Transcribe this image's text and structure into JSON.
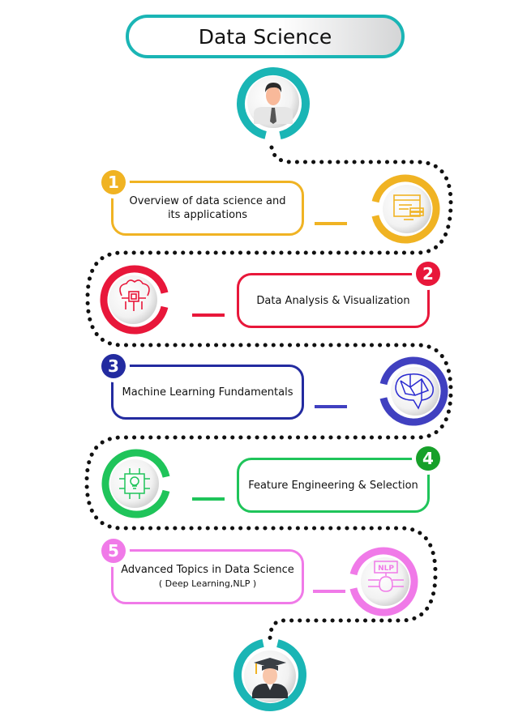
{
  "title": "Data Science",
  "colors": {
    "teal": "#1ab5b5",
    "step1": "#f0b323",
    "step2": "#e8173a",
    "step3": "#232ba0",
    "step3_ring": "#4040c0",
    "step4": "#1fc45a",
    "step4_badge": "#17a02a",
    "step5": "#f07ae8"
  },
  "start_icon": "professional-person-icon",
  "end_icon": "graduate-icon",
  "steps": [
    {
      "number": "1",
      "line1": "Overview of data science and",
      "line2": "its applications",
      "icon": "code-window-icon"
    },
    {
      "number": "2",
      "label": "Data Analysis & Visualization",
      "icon": "brain-chip-icon"
    },
    {
      "number": "3",
      "label": "Machine Learning Fundamentals",
      "icon": "neural-brain-icon"
    },
    {
      "number": "4",
      "label": "Feature Engineering & Selection",
      "icon": "lightbulb-chip-icon"
    },
    {
      "number": "5",
      "label": "Advanced Topics in Data Science",
      "sub": "( Deep Learning,NLP )",
      "icon": "nlp-brain-icon",
      "icon_text": "NLP"
    }
  ]
}
